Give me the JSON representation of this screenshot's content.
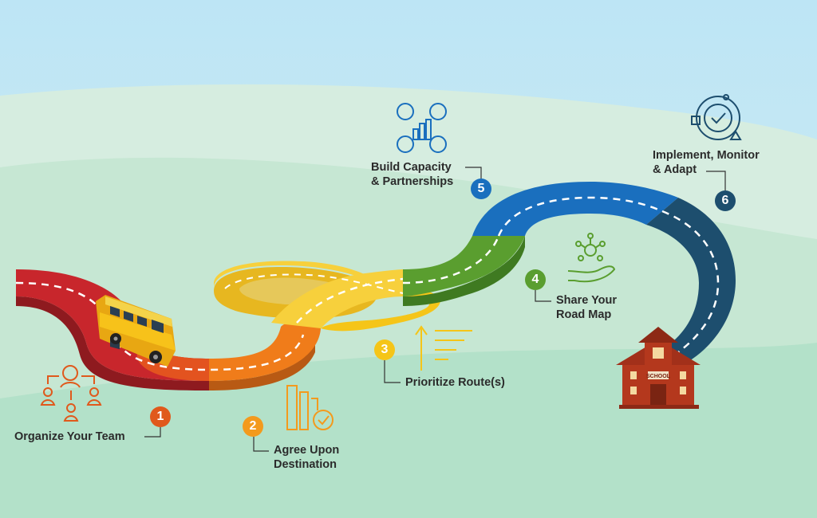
{
  "steps": [
    {
      "number": "1",
      "label": "Organize Your Team",
      "color": "#e0591c",
      "icon": "team-icon"
    },
    {
      "number": "2",
      "label_line1": "Agree Upon",
      "label_line2": "Destination",
      "color": "#f39a1d",
      "icon": "bar-chart-check-icon"
    },
    {
      "number": "3",
      "label": "Prioritize Route(s)",
      "color": "#f5c518",
      "icon": "priority-arrow-icon"
    },
    {
      "number": "4",
      "label_line1": "Share Your",
      "label_line2": "Road Map",
      "color": "#5a9e2f",
      "icon": "hand-network-icon"
    },
    {
      "number": "5",
      "label_line1": "Build Capacity",
      "label_line2": "& Partnerships",
      "color": "#1a6fbe",
      "icon": "people-growth-icon"
    },
    {
      "number": "6",
      "label_line1": "Implement, Monitor",
      "label_line2": "& Adapt",
      "color": "#1d4e6e",
      "icon": "gear-check-icon"
    }
  ],
  "school_sign": "SCHOOL",
  "colors": {
    "sky": "#bfe6f5",
    "hill_light": "#d4ecdc",
    "hill_mid": "#bfe3cf",
    "hill_front": "#b3e2cb",
    "road_red": "#c8262c",
    "road_orange": "#f07c1a",
    "road_yellow": "#f7d03c",
    "road_green": "#5a9e2f",
    "road_blue": "#1a6fbe",
    "road_navy": "#1d4e6e",
    "school_brick": "#b4381d"
  }
}
